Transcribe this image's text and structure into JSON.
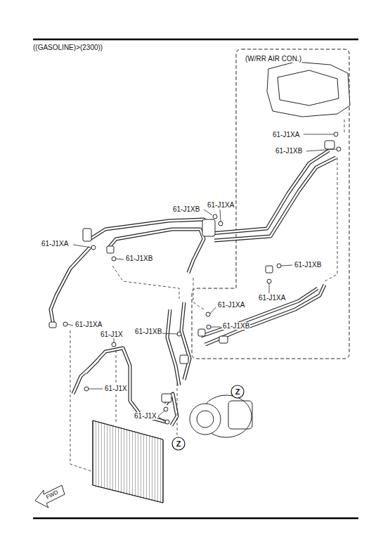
{
  "diagram": {
    "title": "((GASOLINE)>(2300))",
    "nodes": [
      {
        "text": [
          "Z"
        ]
      },
      {
        "text": [
          "Z"
        ]
      }
    ],
    "labels": [
      "(W/RR AIR CON.)",
      "61-J1XA",
      "61-J1XB",
      "61-J1XB",
      "61-J1XA",
      "61-J1XA",
      "61-J1XB",
      "61-J1XB",
      "61-J1XA",
      "61-J1XA",
      "61-J1XB",
      "61-J1XA",
      "61-J1X",
      "61-J1XB",
      "61-J1X",
      "61-J1X",
      "FWD"
    ]
  }
}
